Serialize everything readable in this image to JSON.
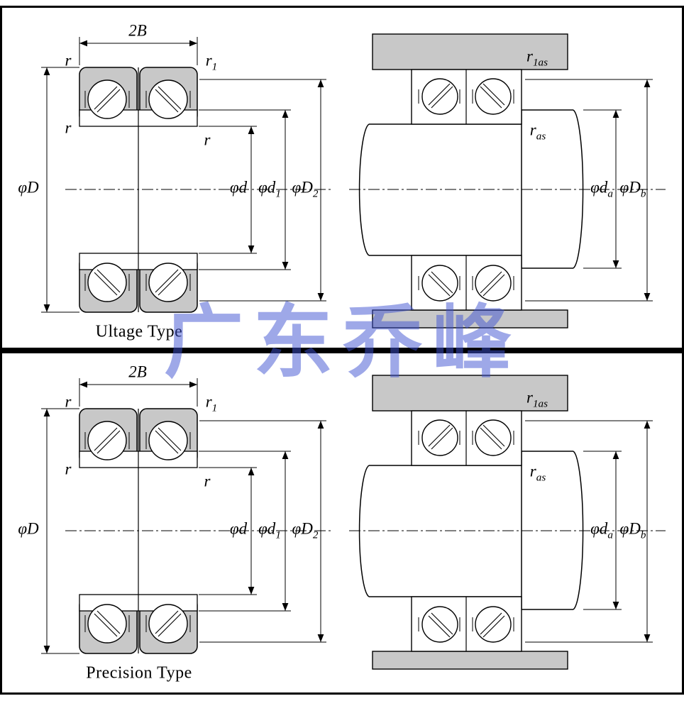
{
  "watermark": "广东乔峰",
  "dims": {
    "two_B": {
      "base": "2B",
      "sub": ""
    },
    "r": {
      "base": "r",
      "sub": ""
    },
    "r1": {
      "base": "r",
      "sub": "1"
    },
    "phi_D": {
      "base": "φD",
      "sub": ""
    },
    "phi_d": {
      "base": "φd",
      "sub": ""
    },
    "phi_d1": {
      "base": "φd",
      "sub": "1"
    },
    "phi_D2": {
      "base": "φD",
      "sub": "2"
    },
    "r1as": {
      "base": "r",
      "sub": "1as"
    },
    "ras": {
      "base": "r",
      "sub": "as"
    },
    "phi_da": {
      "base": "φd",
      "sub": "a"
    },
    "phi_Db": {
      "base": "φD",
      "sub": "b"
    }
  },
  "sections": [
    {
      "caption": "Ultage Type"
    },
    {
      "caption": "Precision Type"
    }
  ],
  "colors": {
    "ring_gray": "#c8c8c8",
    "line_black": "#000000",
    "watermark_blue": "#3e52d2"
  }
}
